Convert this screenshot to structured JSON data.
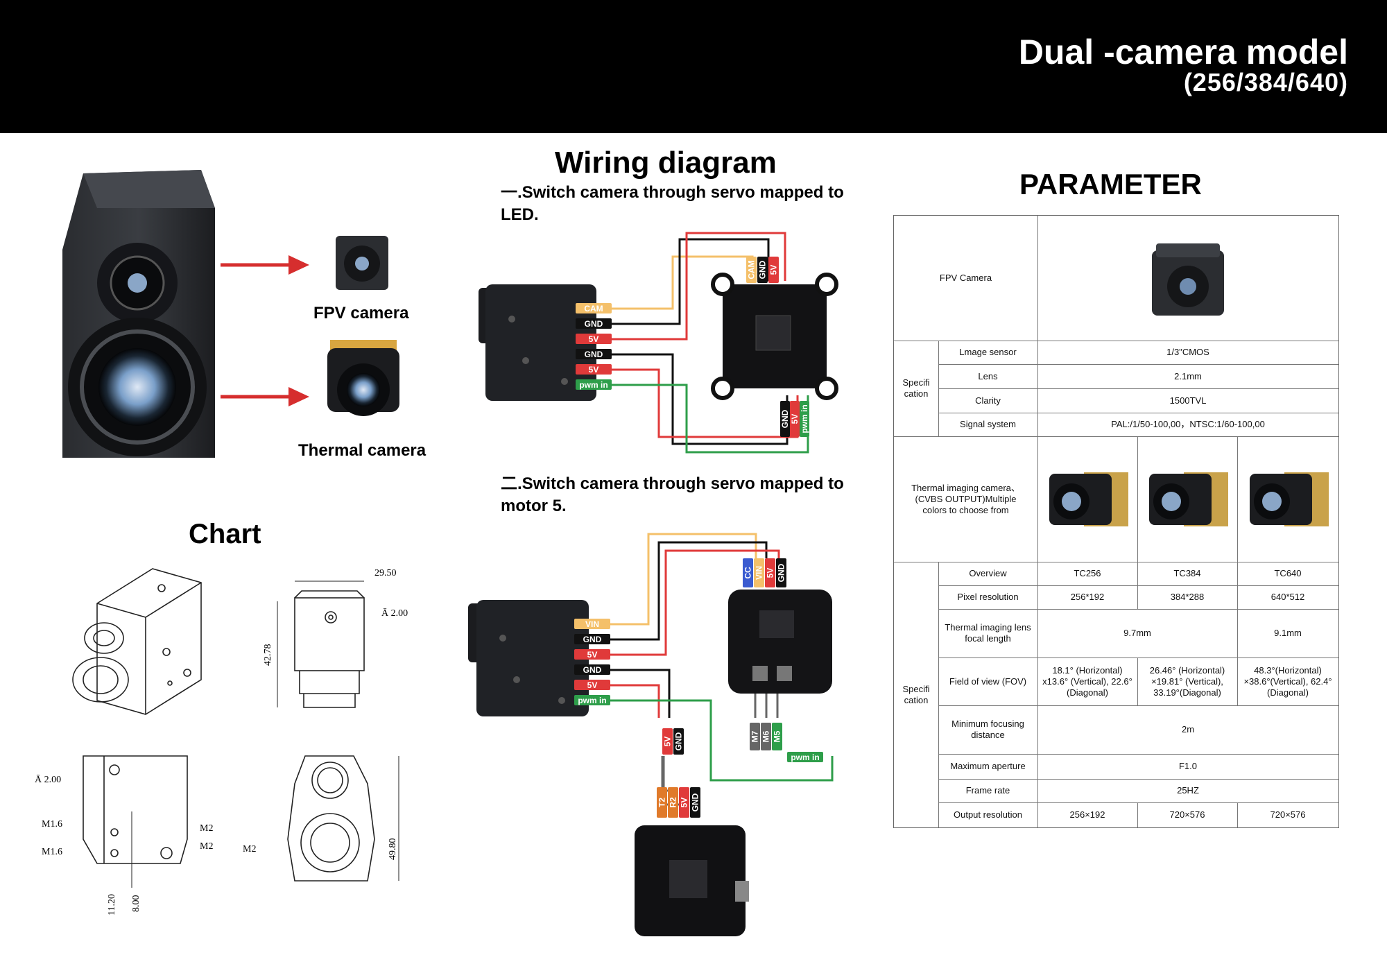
{
  "header": {
    "title": "Dual -camera model",
    "subtitle": "(256/384/640)"
  },
  "product": {
    "fpv_label": "FPV camera",
    "thermal_label": "Thermal camera"
  },
  "chart": {
    "title": "Chart",
    "dims": [
      "29.50",
      "Ā  2.00",
      "42.78",
      "Ā  2.00",
      "M1.6",
      "M1.6",
      "M2",
      "M2",
      "M2",
      "49.80",
      "11.20",
      "8.00"
    ]
  },
  "wiring": {
    "title": "Wiring diagram",
    "step1": "一.Switch camera through servo mapped to LED.",
    "step2": "二.Switch camera through servo mapped to motor 5.",
    "d1_cam_wires": [
      "CAM",
      "GND",
      "5V",
      "GND",
      "5V",
      "pwm in"
    ],
    "d1_fc_top": [
      "CAM",
      "GND",
      "5V"
    ],
    "d1_fc_bottom": [
      "GND",
      "5V",
      "pwm in"
    ],
    "d2_cam_wires": [
      "VIN",
      "GND",
      "5V",
      "GND",
      "5V",
      "pwm in"
    ],
    "d2_top": [
      "CC",
      "VIN",
      "5V",
      "GND"
    ],
    "d2_motor": [
      "M7",
      "M6",
      "M5"
    ],
    "d2_pwm": "pwm in",
    "d2_mid": [
      "5V",
      "GND"
    ],
    "d2_fc": [
      "T2",
      "R2",
      "5V",
      "GND"
    ],
    "colors": {
      "cam": "#f4c06a",
      "gnd": "#111111",
      "v5": "#e03a3a",
      "pwm": "#2e9e4a",
      "vin": "#f4c06a",
      "cc": "#3a5bd0",
      "m": "#e07a2a",
      "gray": "#666666"
    }
  },
  "parameter": {
    "title": "PARAMETER",
    "fpv_camera_label": "FPV Camera",
    "spec_label": "Specifi cation",
    "fpv_rows": [
      {
        "label": "Lmage sensor",
        "value": "1/3\"CMOS"
      },
      {
        "label": "Lens",
        "value": "2.1mm"
      },
      {
        "label": "Clarity",
        "value": "1500TVL"
      },
      {
        "label": "Signal system",
        "value": "PAL:/1/50-100,00，NTSC:1/60-100,00"
      }
    ],
    "thermal_label": "Thermal imaging camera、(CVBS OUTPUT)Multiple colors to choose from",
    "overview": {
      "label": "Overview",
      "values": [
        "TC256",
        "TC384",
        "TC640"
      ]
    },
    "pixel": {
      "label": "Pixel resolution",
      "values": [
        "256*192",
        "384*288",
        "640*512"
      ]
    },
    "focal": {
      "label": "Thermal imaging lens focal length",
      "values": [
        "9.7mm",
        "9.1mm"
      ]
    },
    "fov": {
      "label": "Field of view (FOV)",
      "values": [
        "18.1° (Horizontal) x13.6° (Vertical), 22.6° (Diagonal)",
        "26.46° (Horizontal) ×19.81° (Vertical), 33.19°(Diagonal)",
        "48.3°(Horizontal) ×38.6°(Vertical), 62.4°(Diagonal)"
      ]
    },
    "min_focus": {
      "label": "Minimum focusing distance",
      "value": "2m"
    },
    "aperture": {
      "label": "Maximum aperture",
      "value": "F1.0"
    },
    "frame": {
      "label": "Frame rate",
      "value": "25HZ"
    },
    "output": {
      "label": "Output resolution",
      "values": [
        "256×192",
        "720×576",
        "720×576"
      ]
    }
  }
}
